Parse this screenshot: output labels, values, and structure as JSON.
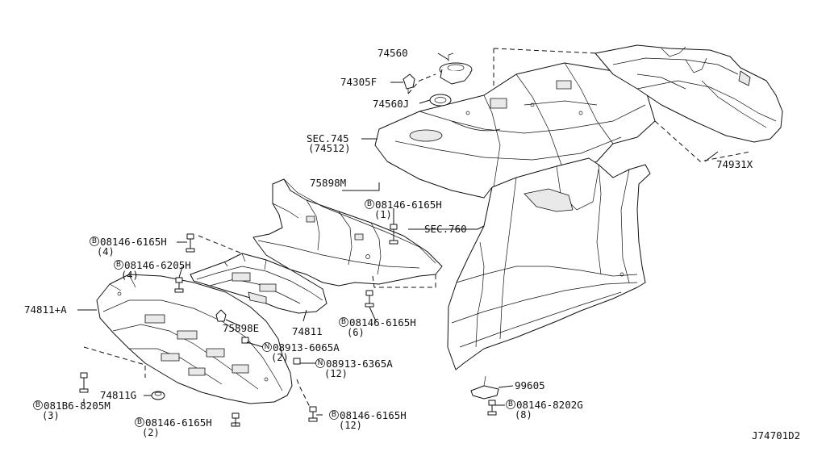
{
  "diagram_id": "J74701D2",
  "callouts": {
    "p74560": "74560",
    "p74305f": "74305F",
    "p74560j": "74560J",
    "sec745": "SEC.745",
    "sec745_sub": "(74512)",
    "p74931x": "74931X",
    "p75898m": "75898M",
    "bolt_top": "08146-6165H",
    "bolt_top_qty": "(1)",
    "sec760": "SEC.760",
    "bolt_left1": "08146-6165H",
    "bolt_left1_qty": "(4)",
    "bolt_left2": "08146-6205H",
    "bolt_left2_qty": "(4)",
    "p74811a": "74811+A",
    "p75898e": "75898E",
    "p74811": "74811",
    "bolt_mid": "08146-6165H",
    "bolt_mid_qty": "(6)",
    "nut1": "08913-6065A",
    "nut1_qty": "(2)",
    "nut2": "08913-6365A",
    "nut2_qty": "(12)",
    "p74811g": "74811G",
    "bolt_bl": "081B6-8205M",
    "bolt_bl_qty": "(3)",
    "bolt_bot1": "08146-6165H",
    "bolt_bot1_qty": "(2)",
    "bolt_bot2": "08146-6165H",
    "bolt_bot2_qty": "(12)",
    "p99605": "99605",
    "bolt_br": "08146-8202G",
    "bolt_br_qty": "(8)"
  },
  "prefix_symbols": {
    "bolt": "B",
    "nut": "N"
  }
}
